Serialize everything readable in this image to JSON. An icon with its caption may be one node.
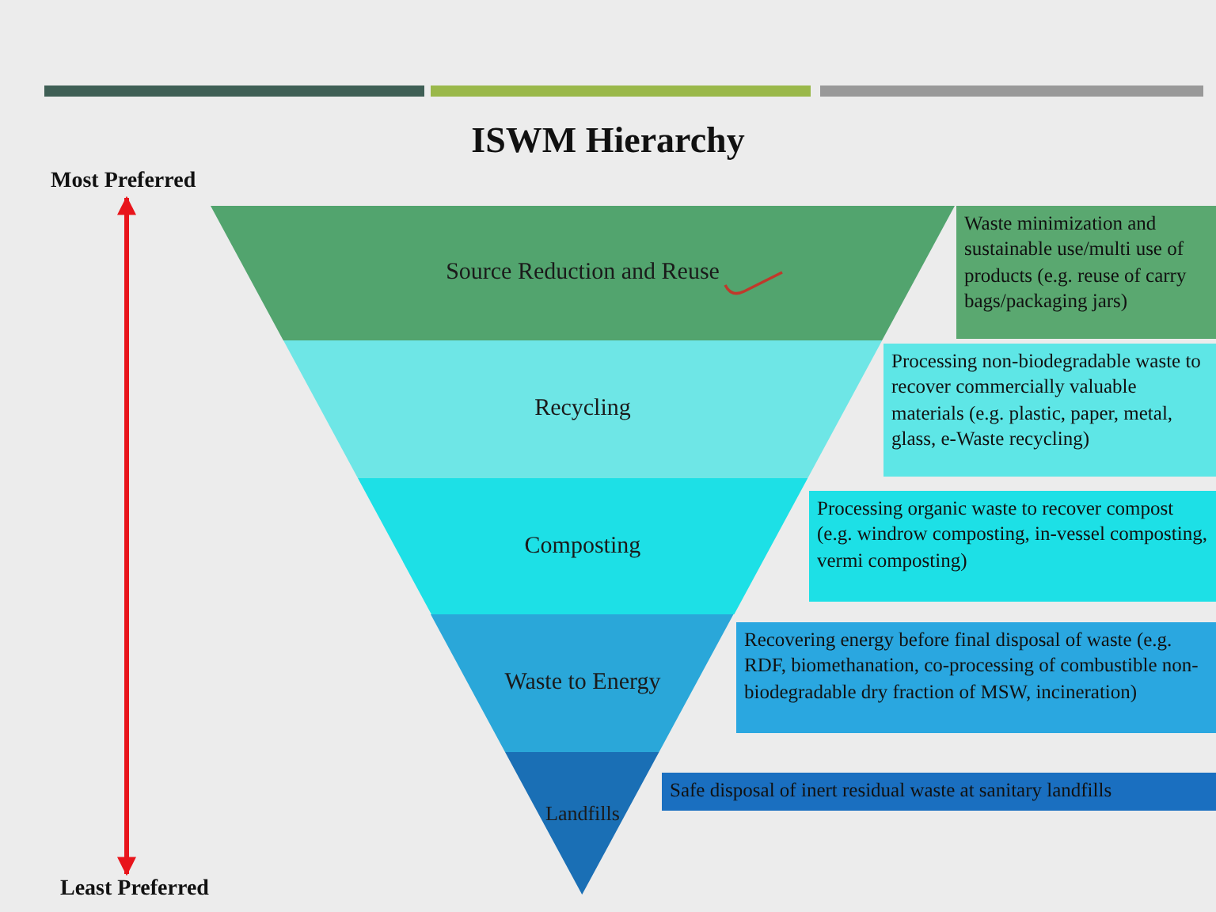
{
  "diagram": {
    "title": "ISWM Hierarchy",
    "nodes": [
      {
        "text": [
          "Most Preferred"
        ]
      },
      {
        "text": [
          "Least Preferred"
        ]
      },
      {
        "text": [
          "Source Reduction and Reuse"
        ]
      },
      {
        "text": [
          "Waste minimization and sustainable use/multi use of products (e.g. reuse of carry bags/packaging jars)"
        ]
      },
      {
        "text": [
          "Recycling"
        ]
      },
      {
        "text": [
          "Processing non-biodegradable waste to recover commercially valuable materials (e.g. plastic, paper, metal, glass, e-Waste recycling)"
        ]
      },
      {
        "text": [
          "Composting"
        ]
      },
      {
        "text": [
          "Processing organic waste to recover compost (e.g. windrow composting, in-vessel composting, vermi composting)"
        ]
      },
      {
        "text": [
          "Waste to Energy"
        ]
      },
      {
        "text": [
          "Recovering energy before final disposal of waste (e.g. RDF, biomethanation, co-processing of combustible non-biodegradable dry fraction of MSW, incineration)"
        ]
      },
      {
        "text": [
          "Landfills"
        ]
      },
      {
        "text": [
          "Safe disposal of inert residual waste at sanitary landfills"
        ]
      }
    ],
    "edges": [
      {
        "from": 0,
        "to": 1,
        "arrow": "both",
        "color": "#e8141b"
      }
    ]
  }
}
